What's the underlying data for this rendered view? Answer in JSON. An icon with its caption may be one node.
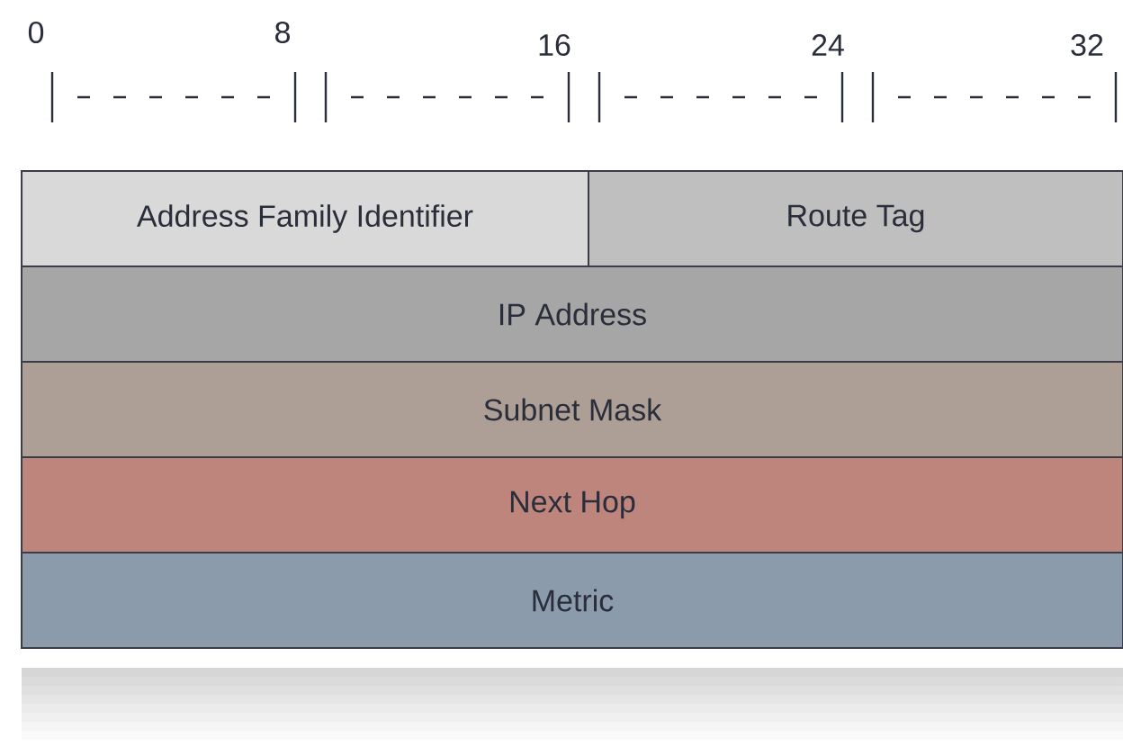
{
  "diagram": {
    "nodes": [
      {
        "text": [
          "Address Family Identifier"
        ]
      },
      {
        "text": [
          "Route Tag"
        ]
      },
      {
        "text": [
          "IP Address"
        ]
      },
      {
        "text": [
          "Subnet Mask"
        ]
      },
      {
        "text": [
          "Next Hop"
        ]
      },
      {
        "text": [
          "Metric"
        ]
      }
    ],
    "labels": [
      "0",
      "8",
      "16",
      "24",
      "32"
    ]
  }
}
